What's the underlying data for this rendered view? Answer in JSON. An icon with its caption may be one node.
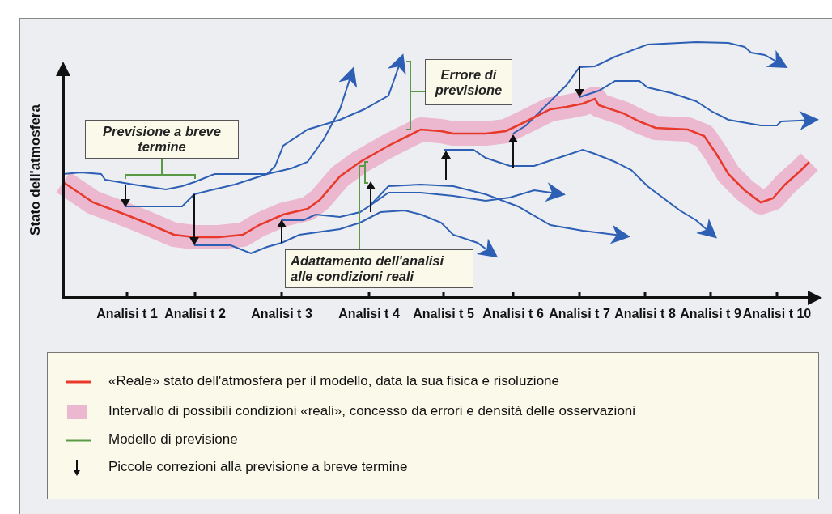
{
  "diagram": {
    "nodes": [
      {
        "text": [
          "Previsione a breve termine"
        ]
      },
      {
        "text": [
          "Errore di previsione"
        ]
      },
      {
        "text": [
          "Adattamento dell'analisi alle condizioni reali"
        ]
      }
    ],
    "labels": [
      "Stato dell'atmosfera",
      "Analisi t 1",
      "Analisi t 2",
      "Analisi t 3",
      "Analisi t 4",
      "Analisi t 5",
      "Analisi t 6",
      "Analisi t 7",
      "Analisi t 8",
      "Analisi t 9",
      "Analisi t 10"
    ],
    "legend": [
      {
        "text": "«Reale» stato dell'atmosfera per il modello, data la sua fisica e risoluzione"
      },
      {
        "text": "Intervallo di possibili condizioni «reali», concesso da errori e densità delle osservazioni",
        "color": "#ebb8d0"
      },
      {
        "text": "Modello di previsione"
      },
      {
        "text": "Piccole correzioni alla previsione a breve termine"
      }
    ]
  }
}
